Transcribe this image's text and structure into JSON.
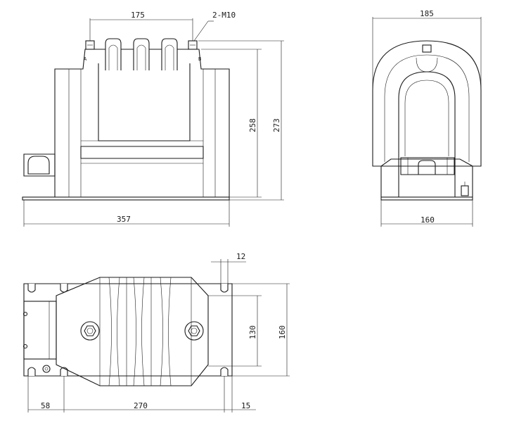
{
  "dimensions": {
    "front_terminal_spacing": "175",
    "front_thread_note": "2-M10",
    "front_height_inner": "258",
    "front_height_outer": "273",
    "front_length": "357",
    "side_top_width": "185",
    "side_base_width": "160",
    "bottom_slot_width": "12",
    "bottom_inner_height": "130",
    "bottom_outer_height": "160",
    "bottom_left_offset": "58",
    "bottom_mount_spacing": "270",
    "bottom_right_offset": "15"
  },
  "terminal_marks": {
    "left": "A",
    "right": "B"
  }
}
